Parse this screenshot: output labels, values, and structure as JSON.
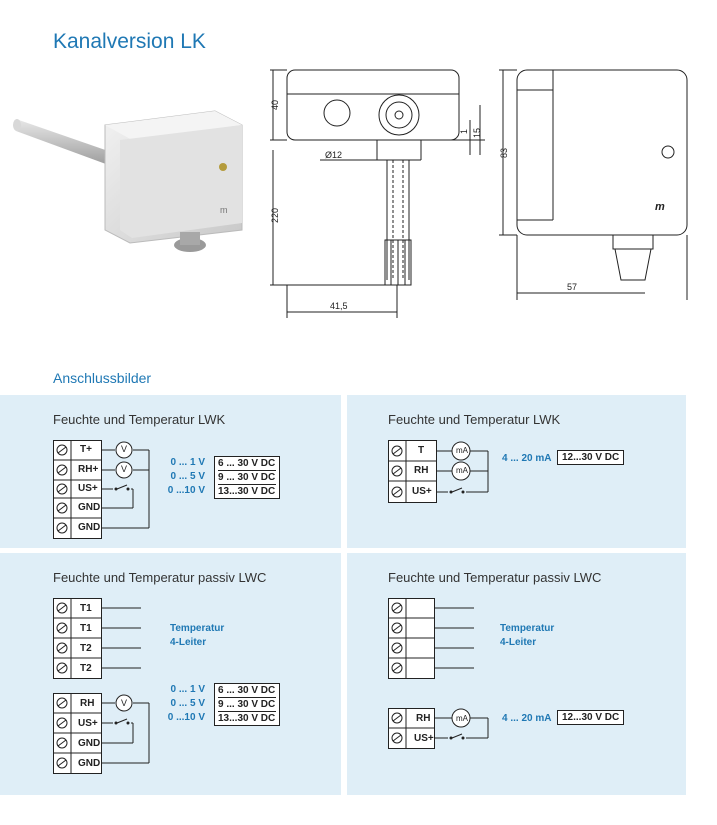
{
  "title": "Kanalversion LK",
  "subtitle": "Anschlussbilder",
  "dimensions": {
    "d40": "40",
    "d1": "1",
    "d15": "15",
    "d83": "83",
    "d12": "Ø12",
    "d220": "220",
    "d415": "41,5",
    "d57": "57"
  },
  "panels": {
    "lwk_v": {
      "title": "Feuchte und Temperatur LWK",
      "terminals": [
        "T+",
        "RH+",
        "US+",
        "GND",
        "GND"
      ],
      "meter": "V",
      "ranges": [
        "0 ...  1 V",
        "0 ...  5 V",
        "0 ...10 V"
      ],
      "supply": [
        "6 ... 30 V DC",
        "9 ... 30 V DC",
        "13...30 V DC"
      ]
    },
    "lwk_ma": {
      "title": "Feuchte und Temperatur LWK",
      "terminals": [
        "T",
        "RH",
        "US+"
      ],
      "meter": "mA",
      "range": "4 ...  20 mA",
      "supply": "12...30 V DC"
    },
    "lwc_a": {
      "title": "Feuchte und Temperatur passiv LWC",
      "terminals_top": [
        "T1",
        "T1",
        "T2",
        "T2"
      ],
      "temp_label": [
        "Temperatur",
        "4-Leiter"
      ],
      "terminals_bottom": [
        "RH",
        "US+",
        "GND",
        "GND"
      ],
      "meter": "V",
      "ranges": [
        "0 ...  1 V",
        "0 ...  5 V",
        "0 ...10 V"
      ],
      "supply": [
        "6 ... 30 V DC",
        "9 ... 30 V DC",
        "13...30 V DC"
      ]
    },
    "lwc_b": {
      "title": "Feuchte und Temperatur passiv LWC",
      "temp_label": [
        "Temperatur",
        "4-Leiter"
      ],
      "terminals_bottom": [
        "RH",
        "US+"
      ],
      "meter": "mA",
      "range": "4 ...  20 mA",
      "supply": "12...30 V DC"
    }
  }
}
